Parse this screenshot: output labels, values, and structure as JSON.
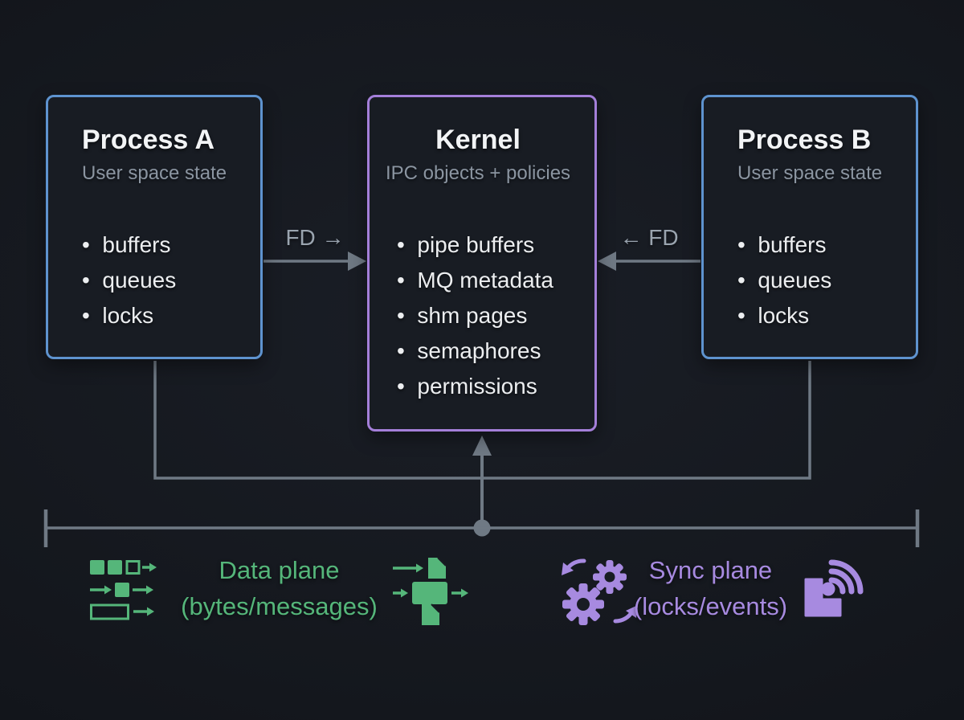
{
  "colors": {
    "bg": "#14171d",
    "box_bg": "#181c23",
    "blue": "#5e93cf",
    "purple": "#a47fd9",
    "green": "#55b67a",
    "lavender": "#a78ae0",
    "line": "#6f7984",
    "fd_text": "#9aa4af",
    "title": "#f2f4f6",
    "subtitle": "#8b95a1",
    "bullet": "#eceef0"
  },
  "boxes": {
    "process_a": {
      "title": "Process A",
      "subtitle": "User space state",
      "items": [
        "buffers",
        "queues",
        "locks"
      ]
    },
    "kernel": {
      "title": "Kernel",
      "subtitle": "IPC objects + policies",
      "items": [
        "pipe buffers",
        "MQ metadata",
        "shm pages",
        "semaphores",
        "permissions"
      ]
    },
    "process_b": {
      "title": "Process B",
      "subtitle": "User space state",
      "items": [
        "buffers",
        "queues",
        "locks"
      ]
    }
  },
  "arrows": {
    "fd_left_label": "FD →",
    "fd_right_label": "← FD"
  },
  "legend": {
    "data_plane": {
      "line1": "Data plane",
      "line2": "(bytes/messages)"
    },
    "sync_plane": {
      "line1": "Sync plane",
      "line2": "(locks/events)"
    }
  }
}
